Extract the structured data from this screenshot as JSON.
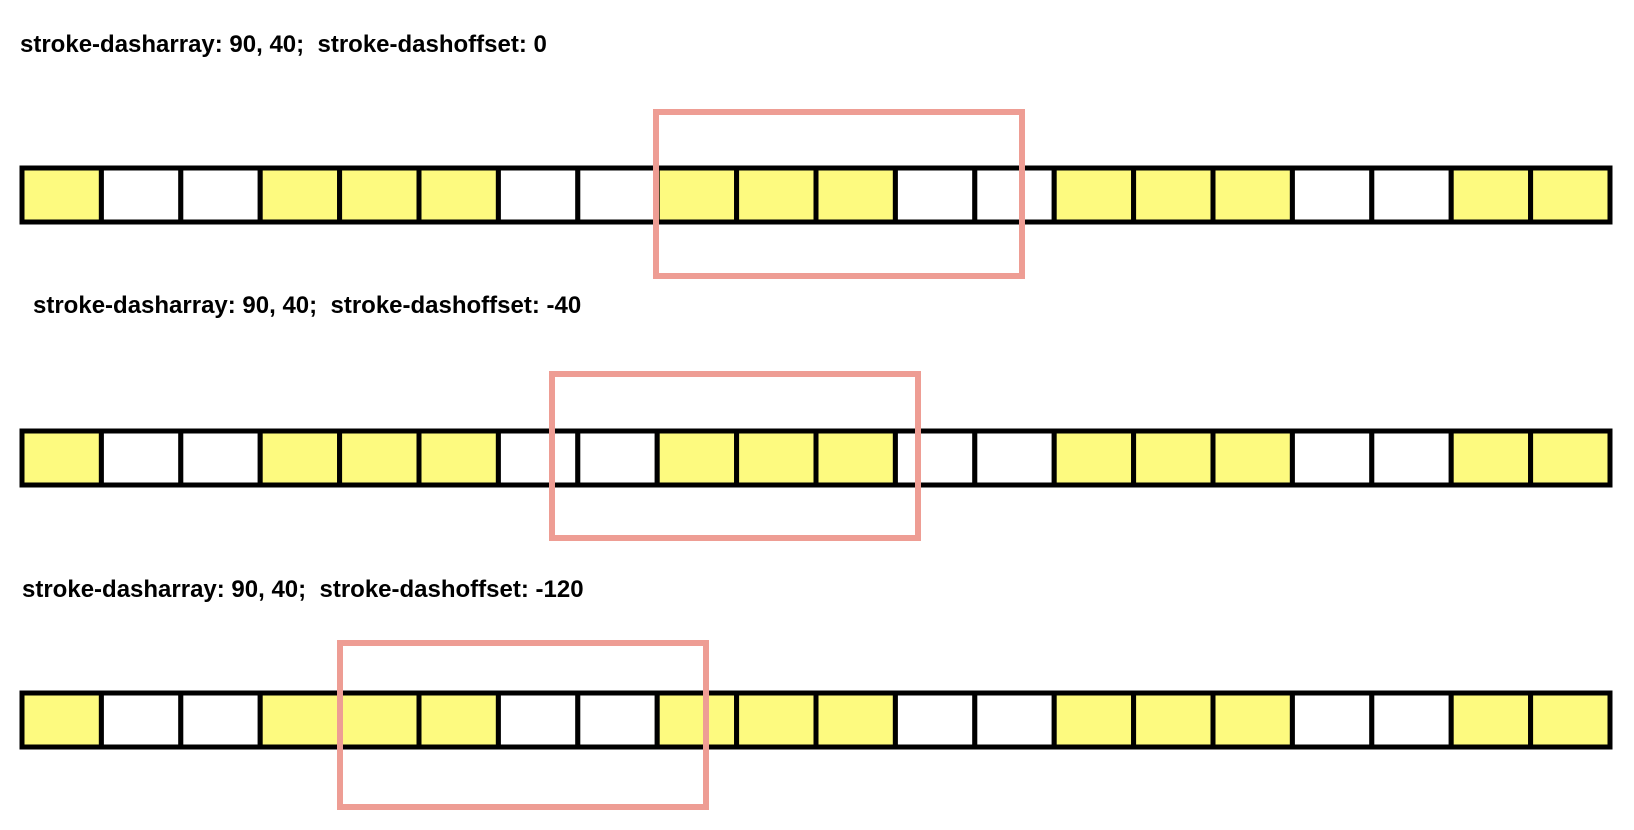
{
  "rows": [
    {
      "label": "stroke-dasharray: 90, 40;  stroke-dashoffset: 0",
      "cells": [
        1,
        0,
        0,
        1,
        1,
        1,
        0,
        0,
        1,
        1,
        1,
        0,
        0,
        1,
        1,
        1,
        0,
        0,
        1,
        1
      ]
    },
    {
      "label": "stroke-dasharray: 90, 40;  stroke-dashoffset: -40",
      "cells": [
        1,
        0,
        0,
        1,
        1,
        1,
        0,
        0,
        1,
        1,
        1,
        0,
        0,
        1,
        1,
        1,
        0,
        0,
        1,
        1
      ]
    },
    {
      "label": "stroke-dasharray: 90, 40;  stroke-dashoffset: -120",
      "cells": [
        1,
        0,
        0,
        1,
        1,
        1,
        0,
        0,
        1,
        1,
        1,
        0,
        0,
        1,
        1,
        1,
        0,
        0,
        1,
        1
      ]
    }
  ],
  "colors": {
    "filled": "#fdfa7f",
    "empty": "#ffffff",
    "border": "#000000",
    "highlight": "#ee9d94"
  }
}
